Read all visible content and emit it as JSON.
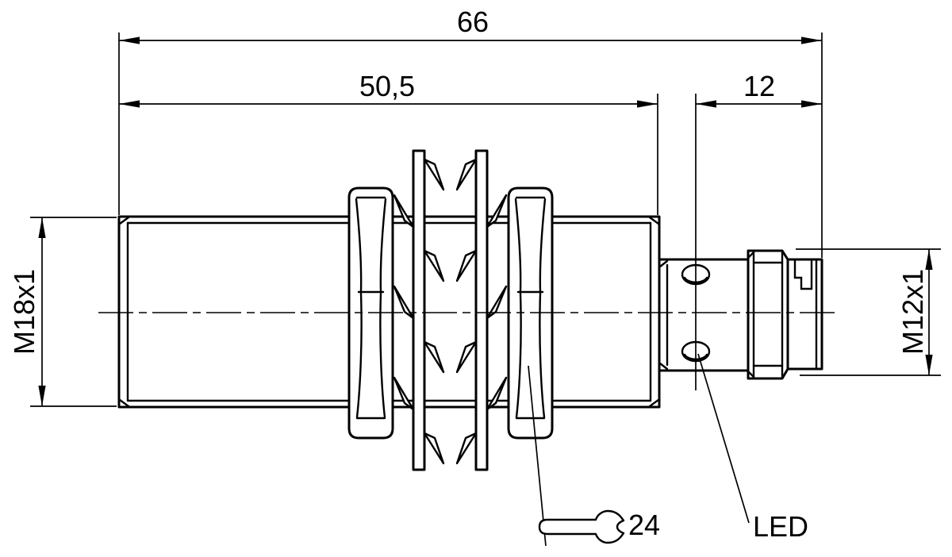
{
  "background_color": "#ffffff",
  "line_color": "#000000",
  "dimensions": {
    "overall_length": "66",
    "thread_length": "50,5",
    "connector_length": "12",
    "barrel_thread": "M18x1",
    "connector_thread": "M12x1",
    "wrench_size": "24",
    "led_label": "LED"
  },
  "icons": {
    "wrench_symbol": "open-end-wrench"
  }
}
